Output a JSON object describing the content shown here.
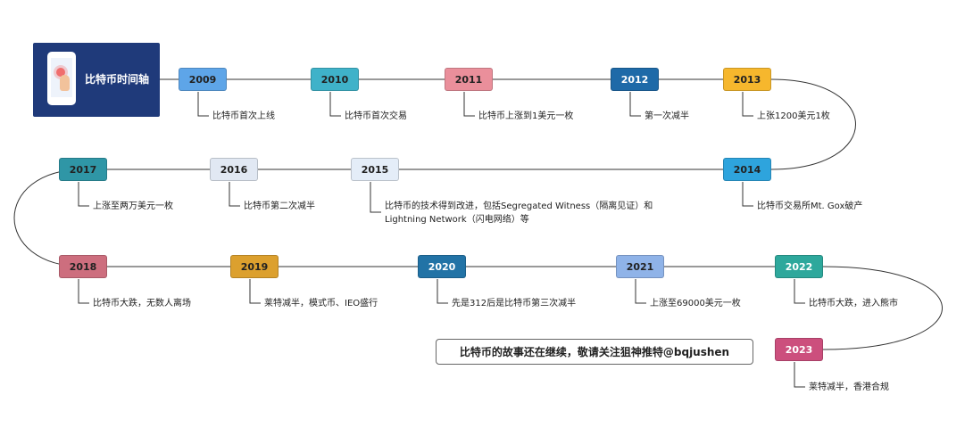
{
  "title": "比特币时间轴",
  "footer_note": "比特币的故事还在继续，敬请关注狙神推特@bqjushen",
  "timeline": [
    {
      "year": "2009",
      "color": "#5ea5e8",
      "event": "比特币首次上线"
    },
    {
      "year": "2010",
      "color": "#3fb2c9",
      "event": "比特币首次交易"
    },
    {
      "year": "2011",
      "color": "#ea8f9b",
      "event": "比特币上涨到1美元一枚"
    },
    {
      "year": "2012",
      "color": "#1e6aa8",
      "event": "第一次减半"
    },
    {
      "year": "2013",
      "color": "#f6b72d",
      "event": "上张1200美元1枚"
    },
    {
      "year": "2014",
      "color": "#2ea4dd",
      "event": "比特币交易所Mt. Gox破产"
    },
    {
      "year": "2015",
      "color": "#e4edf8",
      "event_lines": [
        "比特币的技术得到改进，包括Segregated Witness（隔离见证）和",
        "Lightning Network（闪电网络）等"
      ]
    },
    {
      "year": "2016",
      "color": "#e1e8f3",
      "event": "比特币第二次减半"
    },
    {
      "year": "2017",
      "color": "#2f96a6",
      "event": "上涨至两万美元一枚"
    },
    {
      "year": "2018",
      "color": "#cd6e7e",
      "event": "比特币大跌，无数人离场"
    },
    {
      "year": "2019",
      "color": "#dca02e",
      "event": "莱特减半，模式币、IEO盛行"
    },
    {
      "year": "2020",
      "color": "#2273a6",
      "event": "先是312后是比特币第三次减半"
    },
    {
      "year": "2021",
      "color": "#8fb3e8",
      "event": "上涨至69000美元一枚"
    },
    {
      "year": "2022",
      "color": "#2ea89c",
      "event": "比特币大跌，进入熊市"
    },
    {
      "year": "2023",
      "color": "#cc4f7d",
      "event": "莱特减半，香港合规"
    }
  ]
}
